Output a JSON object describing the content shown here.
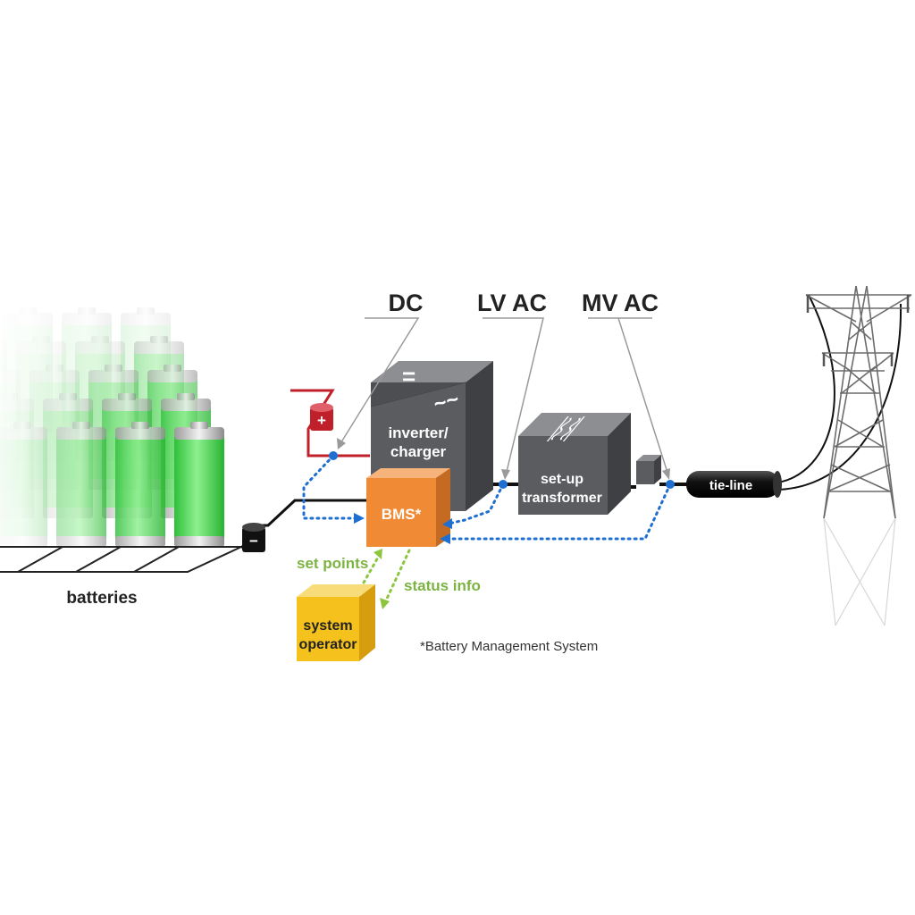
{
  "labels": {
    "dc": "DC",
    "lv_ac": "LV AC",
    "mv_ac": "MV AC",
    "inverter_line1": "inverter/",
    "inverter_line2": "charger",
    "dc_symbol": "=",
    "ac_symbol": "~~",
    "bms": "BMS*",
    "transformer_line1": "set-up",
    "transformer_line2": "transformer",
    "tie_line": "tie-line",
    "batteries": "batteries",
    "set_points": "set points",
    "status_info": "status info",
    "operator_line1": "system",
    "operator_line2": "operator",
    "footnote": "*Battery Management System",
    "plus": "+",
    "minus": "−"
  },
  "colors": {
    "battery_green": "#3fd64a",
    "inverter_gray": "#5a5c60",
    "bms_orange": "#f08a34",
    "operator_yellow": "#f5c11c",
    "dc_positive_red": "#c0202a",
    "data_blue": "#1f6fd1",
    "control_green": "#8cc63f",
    "cable_black": "#111111"
  },
  "icons": {
    "tower": "transmission-tower-icon",
    "coil": "transformer-coil-icon"
  }
}
